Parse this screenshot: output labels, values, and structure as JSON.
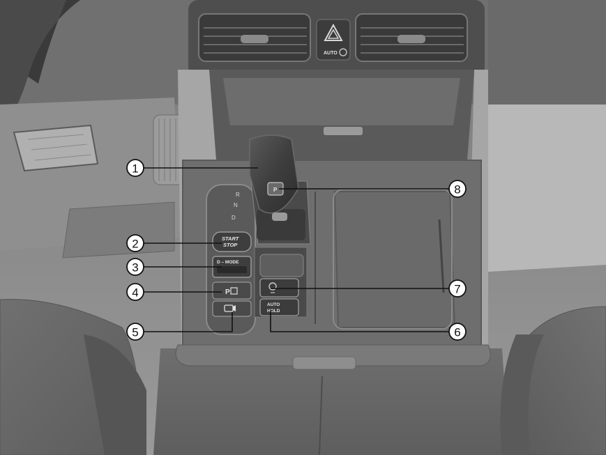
{
  "console": {
    "gear_positions": [
      "R",
      "N",
      "D"
    ],
    "start_stop_line1": "START",
    "start_stop_line2": "STOP",
    "drive_mode_label": "D – MODE",
    "auto_hold_line1": "AUTO",
    "auto_hold_line2": "HOLD",
    "vent_auto_label": "AUTO",
    "park_button_label": "P"
  },
  "callouts": [
    {
      "id": "callout-1",
      "number": "1"
    },
    {
      "id": "callout-2",
      "number": "2"
    },
    {
      "id": "callout-3",
      "number": "3"
    },
    {
      "id": "callout-4",
      "number": "4"
    },
    {
      "id": "callout-5",
      "number": "5"
    },
    {
      "id": "callout-6",
      "number": "6"
    },
    {
      "id": "callout-7",
      "number": "7"
    },
    {
      "id": "callout-8",
      "number": "8"
    }
  ],
  "colors": {
    "background": "#8a8a8a",
    "callout_fill": "#ffffff",
    "callout_stroke": "#111111"
  }
}
